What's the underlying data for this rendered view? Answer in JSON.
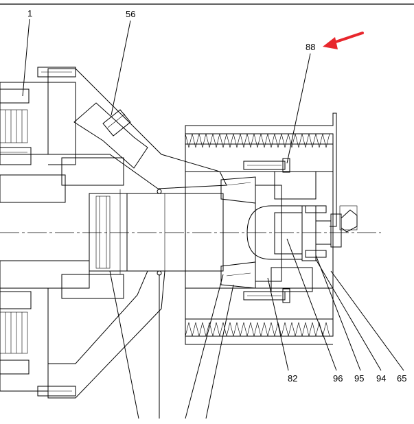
{
  "callouts": {
    "c1": "1",
    "c56": "56",
    "c88": "88",
    "c82": "82",
    "c96": "96",
    "c95": "95",
    "c94": "94",
    "c65": "65"
  },
  "colors": {
    "line": "#000000",
    "arrow": "#e8262c",
    "background": "#ffffff"
  },
  "icons": {
    "pointer": "red-arrow-icon"
  }
}
